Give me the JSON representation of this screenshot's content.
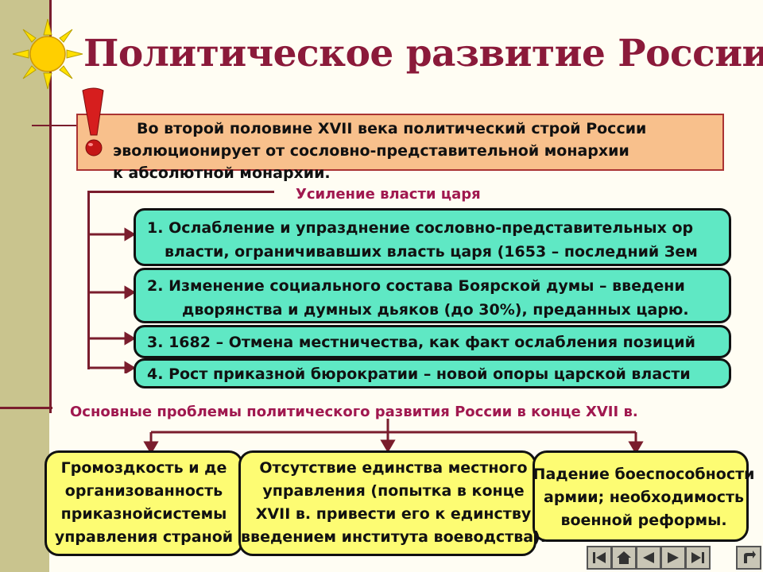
{
  "title": "Политическое развитие России",
  "intro": {
    "lines": [
      "Во второй половине XVII века политический строй России",
      "эволюционирует от сословно-представительной монархии",
      "к абсолютной монархии."
    ]
  },
  "branch_label": "Усиление власти царя",
  "items": [
    {
      "number": "1.",
      "lines": [
        "Ослабление и упразднение сословно-представительных ор",
        "власти, ограничивавших власть царя (1653 – последний Зем"
      ]
    },
    {
      "number": "2.",
      "lines": [
        "Изменение социального состава Боярской думы – введени",
        "дворянства и думных дьяков (до 30%), преданных царю."
      ]
    },
    {
      "number": "3.",
      "lines": [
        "1682 – Отмена местничества, как факт ослабления позиций"
      ]
    },
    {
      "number": "4.",
      "lines": [
        "Рост приказной бюрократии – новой опоры царской власти"
      ]
    }
  ],
  "problems_header": "Основные проблемы политического развития России в конце XVII в.",
  "problems": [
    {
      "lines": [
        "Громоздкость и де",
        "организованность",
        "приказнойсистемы",
        "управления страной"
      ]
    },
    {
      "lines": [
        "Отсутствие единства местного",
        "управления (попытка в конце",
        "XVII в. привести его к единству",
        "введением института воеводства)."
      ]
    },
    {
      "lines": [
        "Падение боеспособности",
        "армии; необходимость",
        "военной реформы."
      ]
    }
  ],
  "colors": {
    "title": "#8b1a3a",
    "sidebar": "#c9c48e",
    "intro_box": "#f8c08c",
    "item_box": "#5fe8c4",
    "problem_box": "#fdfc73",
    "accent": "#a0184f"
  },
  "icons": [
    "sun-icon",
    "exclamation-icon",
    "nav-first-icon",
    "nav-home-icon",
    "nav-prev-icon",
    "nav-next-icon",
    "nav-last-icon",
    "nav-return-icon"
  ]
}
